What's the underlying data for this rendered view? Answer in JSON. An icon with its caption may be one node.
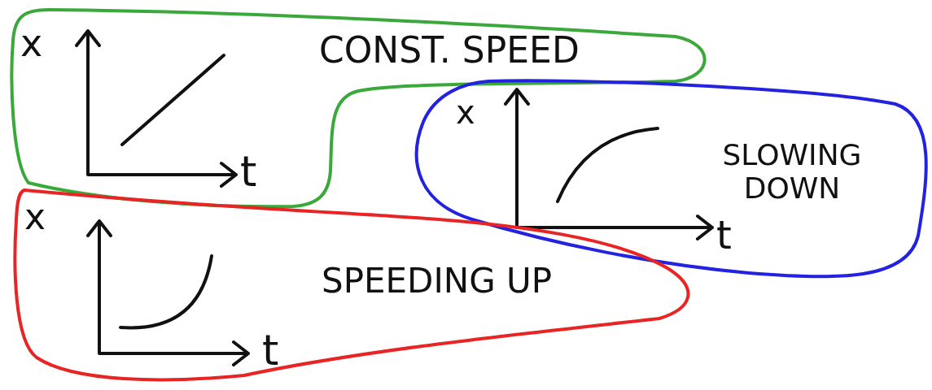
{
  "diagram": {
    "nodes": [
      {
        "text": [
          "CONST. SPEED"
        ]
      },
      {
        "text": [
          "SLOWING DOWN"
        ]
      },
      {
        "text": [
          "SPEEDING UP"
        ]
      }
    ],
    "labels": [
      "x",
      "t",
      "x",
      "t",
      "x",
      "t"
    ]
  }
}
